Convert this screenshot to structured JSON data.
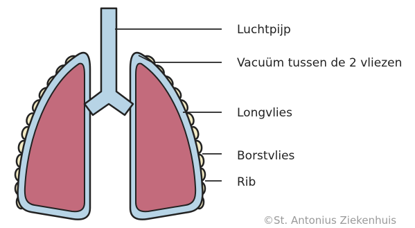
{
  "labels": {
    "trachea": "Luchtpijp",
    "vacuum": "Vacuüm tussen de 2 vliezen",
    "pleura_visceral": "Longvlies",
    "pleura_parietal": "Borstvlies",
    "rib": "Rib"
  },
  "credit": "©St. Antonius Ziekenhuis",
  "colors": {
    "outline": "#222222",
    "membrane": "#b7d4e6",
    "lung": "#c36b7c",
    "rib": "#f3ebc4"
  }
}
